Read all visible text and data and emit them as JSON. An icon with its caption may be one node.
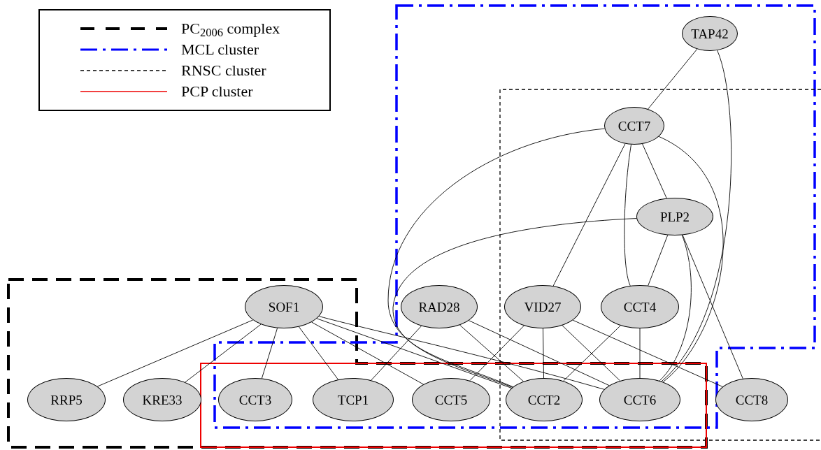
{
  "diagram": {
    "nodes": [
      {
        "text": [
          "TAP42"
        ]
      },
      {
        "text": [
          "CCT7"
        ]
      },
      {
        "text": [
          "PLP2"
        ]
      },
      {
        "text": [
          "SOF1"
        ]
      },
      {
        "text": [
          "RAD28"
        ]
      },
      {
        "text": [
          "VID27"
        ]
      },
      {
        "text": [
          "CCT4"
        ]
      },
      {
        "text": [
          "RRP5"
        ]
      },
      {
        "text": [
          "KRE33"
        ]
      },
      {
        "text": [
          "CCT3"
        ]
      },
      {
        "text": [
          "TCP1"
        ]
      },
      {
        "text": [
          "CCT5"
        ]
      },
      {
        "text": [
          "CCT2"
        ]
      },
      {
        "text": [
          "CCT6"
        ]
      },
      {
        "text": [
          "CCT8"
        ]
      }
    ],
    "edges": [
      {
        "from": 0,
        "to": 1,
        "arrow": "none"
      },
      {
        "from": 0,
        "to": 13,
        "arrow": "none"
      },
      {
        "from": 1,
        "to": 2,
        "arrow": "none"
      },
      {
        "from": 1,
        "to": 5,
        "arrow": "none"
      },
      {
        "from": 1,
        "to": 6,
        "arrow": "none"
      },
      {
        "from": 1,
        "to": 13,
        "arrow": "none"
      },
      {
        "from": 1,
        "to": 12,
        "arrow": "none"
      },
      {
        "from": 2,
        "to": 6,
        "arrow": "none"
      },
      {
        "from": 2,
        "to": 13,
        "arrow": "none"
      },
      {
        "from": 2,
        "to": 14,
        "arrow": "none"
      },
      {
        "from": 2,
        "to": 12,
        "arrow": "none"
      },
      {
        "from": 3,
        "to": 7,
        "arrow": "none"
      },
      {
        "from": 3,
        "to": 8,
        "arrow": "none"
      },
      {
        "from": 3,
        "to": 9,
        "arrow": "none"
      },
      {
        "from": 3,
        "to": 10,
        "arrow": "none"
      },
      {
        "from": 3,
        "to": 11,
        "arrow": "none"
      },
      {
        "from": 3,
        "to": 12,
        "arrow": "none"
      },
      {
        "from": 3,
        "to": 13,
        "arrow": "none"
      },
      {
        "from": 4,
        "to": 10,
        "arrow": "none"
      },
      {
        "from": 4,
        "to": 12,
        "arrow": "none"
      },
      {
        "from": 4,
        "to": 13,
        "arrow": "none"
      },
      {
        "from": 5,
        "to": 11,
        "arrow": "none"
      },
      {
        "from": 5,
        "to": 12,
        "arrow": "none"
      },
      {
        "from": 5,
        "to": 13,
        "arrow": "none"
      },
      {
        "from": 5,
        "to": 14,
        "arrow": "none"
      },
      {
        "from": 6,
        "to": 12,
        "arrow": "none"
      },
      {
        "from": 6,
        "to": 13,
        "arrow": "none"
      }
    ],
    "legend": [
      {
        "text": "PC$_{2006}$ complex"
      },
      {
        "text": "MCL cluster"
      },
      {
        "text": "RNSC cluster"
      },
      {
        "text": "PCP cluster"
      }
    ]
  }
}
